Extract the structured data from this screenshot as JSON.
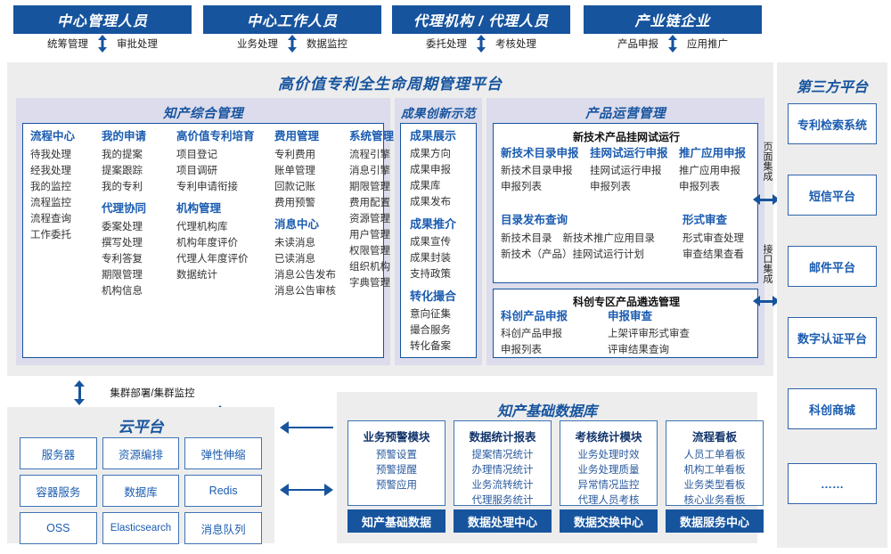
{
  "roles": [
    {
      "title": "中心管理人员",
      "left": "统筹管理",
      "right": "审批处理"
    },
    {
      "title": "中心工作人员",
      "left": "业务处理",
      "right": "数据监控"
    },
    {
      "title": "代理机构 / 代理人员",
      "left": "委托处理",
      "right": "考核处理"
    },
    {
      "title": "产业链企业",
      "left": "产品申报",
      "right": "应用推广"
    }
  ],
  "platform": {
    "title": "高价值专利全生命周期管理平台",
    "groups": {
      "ip_admin": {
        "title": "知产综合管理",
        "columns": [
          {
            "cat": "流程中心",
            "items": [
              "待我处理",
              "经我处理",
              "我的监控",
              "流程监控",
              "流程查询",
              "工作委托"
            ]
          },
          {
            "cat": "我的申请",
            "items": [
              "我的提案",
              "提案跟踪",
              "我的专利"
            ],
            "cat2": "代理协同",
            "items2": [
              "委案处理",
              "撰写处理",
              "专利答复",
              "期限管理",
              "机构信息"
            ]
          },
          {
            "cat": "高价值专利培育",
            "items": [
              "项目登记",
              "项目调研",
              "专利申请衔接"
            ],
            "cat2": "机构管理",
            "items2": [
              "代理机构库",
              "机构年度评价",
              "代理人年度评价",
              "数据统计"
            ]
          },
          {
            "cat": "费用管理",
            "items": [
              "专利费用",
              "账单管理",
              "回款记账",
              "费用预警"
            ],
            "cat2": "消息中心",
            "items2": [
              "未读消息",
              "已读消息",
              "消息公告发布",
              "消息公告审核"
            ]
          },
          {
            "cat": "系统管理",
            "items": [
              "流程引擎",
              "消息引擎",
              "期限管理",
              "费用配置",
              "资源管理",
              "用户管理",
              "权限管理",
              "组织机构",
              "字典管理"
            ]
          }
        ]
      },
      "achievement": {
        "title": "成果创新示范",
        "columns": [
          {
            "cat": "成果展示",
            "items": [
              "成果方向",
              "成果申报",
              "成果库",
              "成果发布"
            ],
            "cat2": "成果推介",
            "items2": [
              "成果宣传",
              "成果封装",
              "支持政策"
            ],
            "cat3": "转化撮合",
            "items3": [
              "意向征集",
              "撮合服务",
              "转化备案"
            ]
          }
        ]
      },
      "product_ops": {
        "title": "产品运营管理",
        "panel1": {
          "subhead": "新技术产品挂网试运行",
          "row1": [
            {
              "cat": "新技术目录申报",
              "items": [
                "新技术目录申报",
                "申报列表"
              ]
            },
            {
              "cat": "挂网试运行申报",
              "items": [
                "挂网试运行申报",
                "申报列表"
              ]
            },
            {
              "cat": "推广应用申报",
              "items": [
                "推广应用申报",
                "申报列表"
              ]
            }
          ],
          "row2_left_cat": "目录发布查询",
          "row2_left_items": [
            "新技术目录",
            "新技术推广应用目录",
            "新技术（产品）挂网试运行计划"
          ],
          "row2_right_cat": "形式审查",
          "row2_right_items": [
            "形式审查处理",
            "审查结果查看"
          ]
        },
        "panel2": {
          "subhead": "科创专区产品遴选管理",
          "cols": [
            {
              "cat": "科创产品申报",
              "items": [
                "科创产品申报",
                "申报列表"
              ]
            },
            {
              "cat": "申报审查",
              "items": [
                "上架评审形式审查",
                "评审结果查询"
              ]
            }
          ]
        }
      }
    }
  },
  "integration": {
    "page": "页面集成",
    "api": "接口集成"
  },
  "third_party": {
    "title": "第三方平台",
    "items": [
      "专利检索系统",
      "短信平台",
      "邮件平台",
      "数字认证平台",
      "科创商城",
      "……"
    ]
  },
  "cloud": {
    "connector_label": "集群部署/集群监控",
    "title": "云平台",
    "cells": [
      "服务器",
      "资源编排",
      "弹性伸缩",
      "容器服务",
      "数据库",
      "Redis",
      "OSS",
      "Elasticsearch",
      "消息队列"
    ]
  },
  "database": {
    "title": "知产基础数据库",
    "columns": [
      {
        "head": "业务预警模块",
        "items": [
          "预警设置",
          "预警提醒",
          "预警应用"
        ],
        "foot": "知产基础数据"
      },
      {
        "head": "数据统计报表",
        "items": [
          "提案情况统计",
          "办理情况统计",
          "业务流转统计",
          "代理服务统计"
        ],
        "foot": "数据处理中心"
      },
      {
        "head": "考核统计模块",
        "items": [
          "业务处理时效",
          "业务处理质量",
          "异常情况监控",
          "代理人员考核"
        ],
        "foot": "数据交换中心"
      },
      {
        "head": "流程看板",
        "items": [
          "人员工单看板",
          "机构工单看板",
          "业务类型看板",
          "核心业务看板"
        ],
        "foot": "数据服务中心"
      }
    ]
  },
  "colors": {
    "brand": "#17549e",
    "group_bg": "#dcdcec",
    "panel_bg": "#ededed",
    "accent": "#1b5cb0"
  }
}
